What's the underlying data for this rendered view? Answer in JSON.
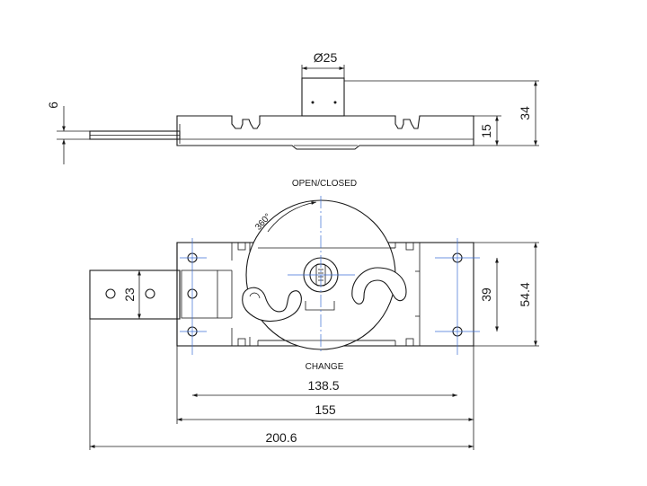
{
  "drawing": {
    "labels": {
      "open_closed": "OPEN/CLOSED",
      "change": "CHANGE",
      "rotation": "360°"
    },
    "dimensions": {
      "top_width": "Ø25",
      "shaft_thickness": "6",
      "body_height": "15",
      "total_height": "34",
      "slot_height": "23",
      "hole_spacing_v": "39",
      "plate_height": "54.4",
      "hole_spacing_h": "138.5",
      "body_length": "155",
      "total_length": "200.6"
    }
  }
}
